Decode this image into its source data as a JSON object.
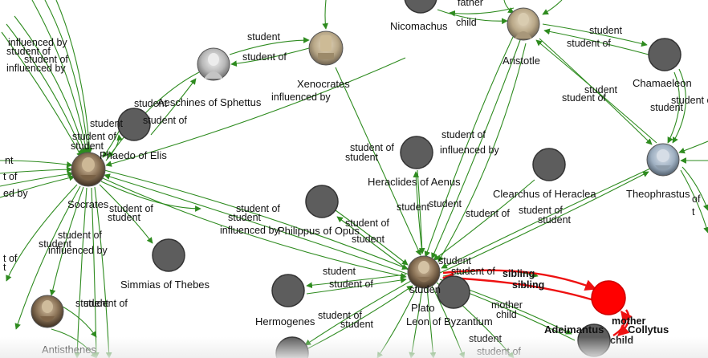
{
  "colors": {
    "edge": "#2e8b1f",
    "highlight": "#ee1111",
    "node_fill": "#5d5d5d",
    "node_stroke": "#333333"
  },
  "nodes": {
    "socrates": {
      "label": "Socrates",
      "icon": "bust-portrait"
    },
    "aristotle": {
      "label": "Aristotle",
      "icon": "bust-portrait"
    },
    "plato": {
      "label": "Plato",
      "icon": "bust-portrait"
    },
    "xenocrates": {
      "label": "Xenocrates",
      "icon": "bust-portrait"
    },
    "aeschines": {
      "label": "Aeschines of Sphettus",
      "icon": "bust-portrait"
    },
    "phaedo": {
      "label": "Phaedo of Elis"
    },
    "theophrastus": {
      "label": "Theophrastus",
      "icon": "bust-portrait"
    },
    "antisthenes": {
      "label": "Antisthenes",
      "icon": "bust-portrait"
    },
    "chamaeleon": {
      "label": "Chamaeleon"
    },
    "nicomachus": {
      "label": "Nicomachus"
    },
    "heraclides": {
      "label": "Heraclides of Aenus"
    },
    "clearchus": {
      "label": "Clearchus of Heraclea"
    },
    "philippus": {
      "label": "Philippus of Opus"
    },
    "simmias": {
      "label": "Simmias of Thebes"
    },
    "hermogenes": {
      "label": "Hermogenes"
    },
    "leon": {
      "label": "Leon of Byzantium"
    },
    "adeimantus": {
      "label": "Adeimantus"
    },
    "collytus": {
      "label": "Collytus"
    },
    "mother_node": {
      "label": ""
    },
    "bottom_node": {
      "label": ""
    }
  },
  "edge_labels": {
    "influenced_by": "influenced by",
    "student": "student",
    "student_of": "student of",
    "father": "father",
    "child": "child",
    "sibling": "sibling",
    "mother": "mother",
    "partial_nt": "nt",
    "partial_t_of": "t of",
    "partial_ed_by": "ed by",
    "partial_of": "of",
    "partial_t": "t"
  },
  "overlap_labels": {
    "phaedo_overlap": "Phaedo of Elis",
    "plato_overlap": "studen",
    "philippus_overlap": "Philippus of Opus"
  }
}
